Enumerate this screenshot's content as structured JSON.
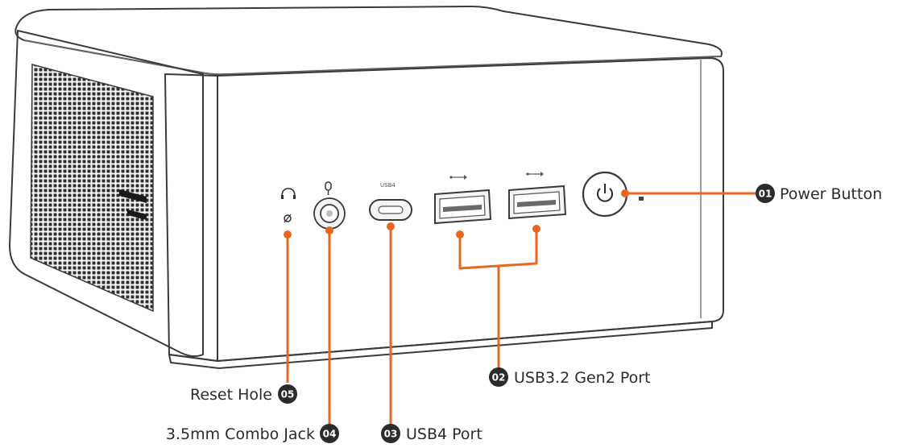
{
  "device": {
    "port_tags": {
      "usb4": "USB4"
    }
  },
  "callouts": [
    {
      "id": "01",
      "label": "Power Button"
    },
    {
      "id": "02",
      "label": "USB3.2 Gen2 Port"
    },
    {
      "id": "03",
      "label": "USB4 Port"
    },
    {
      "id": "04",
      "label": "3.5mm Combo Jack"
    },
    {
      "id": "05",
      "label": "Reset Hole"
    }
  ],
  "colors": {
    "leader": "#e8661f",
    "badge": "#2b2b2b",
    "outline": "#3a3a3a"
  },
  "icons": [
    "headphone-icon",
    "microphone-icon",
    "power-icon",
    "usb-superspeed-icon",
    "reset-icon"
  ]
}
